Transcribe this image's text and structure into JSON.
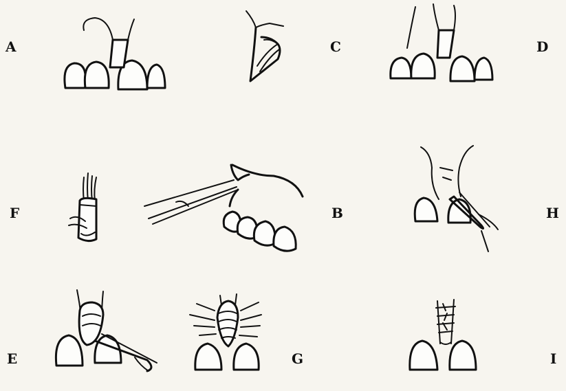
{
  "panels": [
    {
      "label": "A"
    },
    {
      "label": "B"
    },
    {
      "label": "C"
    },
    {
      "label": "D"
    },
    {
      "label": "E"
    },
    {
      "label": "F"
    },
    {
      "label": "G"
    },
    {
      "label": "H"
    },
    {
      "label": "I"
    }
  ],
  "colors": {
    "ink": "#111111",
    "paper": "#f7f5ef"
  }
}
